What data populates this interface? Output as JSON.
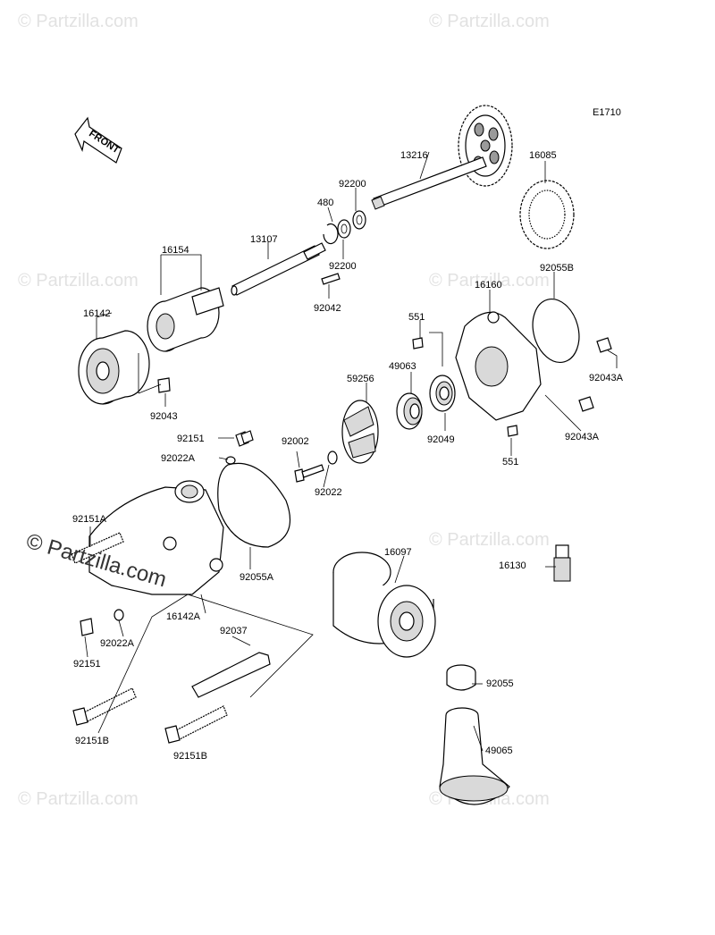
{
  "diagram_code": "E1710",
  "front_label": "FRONT",
  "watermarks": {
    "text": "© Partzilla.com",
    "overlay_text": "© Partzilla.com"
  },
  "labels": {
    "p13216": "13216",
    "p16085": "16085",
    "p92200a": "92200",
    "p480": "480",
    "p92200b": "92200",
    "p13107": "13107",
    "p16154": "16154",
    "p92042": "92042",
    "p16142": "16142",
    "p92043": "92043",
    "p16160": "16160",
    "p92055b": "92055B",
    "p551a": "551",
    "p49063": "49063",
    "p59256": "59256",
    "p92043a_1": "92043A",
    "p92043a_2": "92043A",
    "p92049": "92049",
    "p551b": "551",
    "p92151_top": "92151",
    "p92002": "92002",
    "p92022a_top": "92022A",
    "p92022": "92022",
    "p92151a": "92151A",
    "p92055a": "92055A",
    "p16142a": "16142A",
    "p16097": "16097",
    "p16130": "16130",
    "p92022a_bot": "92022A",
    "p92151_bot": "92151",
    "p92037": "92037",
    "p92055": "92055",
    "p92151b_1": "92151B",
    "p92151b_2": "92151B",
    "p49065": "49065"
  }
}
